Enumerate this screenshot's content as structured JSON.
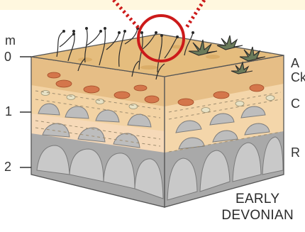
{
  "diagram": {
    "depth_axis": {
      "unit": "m",
      "ticks": [
        "0",
        "1",
        "2"
      ]
    },
    "horizon_labels": [
      "A",
      "Ck",
      "C",
      "R"
    ],
    "caption": {
      "line1": "EARLY",
      "line2": "DEVONIAN"
    },
    "colors": {
      "topsoil": "#d8b27c",
      "ck_horizon": "#f2cfa0",
      "c_horizon": "#f7dcc0",
      "bedrock": "#a7a7a7",
      "nodule": "#d4764b",
      "highlight_circle": "#cc1a1a",
      "plants": "#2a2a2a"
    },
    "icons": [
      "highlight-circle",
      "dotted-arrow"
    ]
  }
}
